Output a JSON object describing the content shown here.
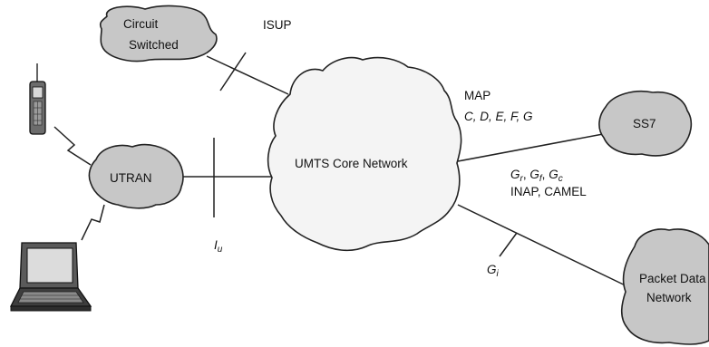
{
  "nodes": {
    "circuit_switched": {
      "line1": "Circuit",
      "line2": "Switched"
    },
    "core": {
      "label": "UMTS Core Network"
    },
    "utran": {
      "label": "UTRAN"
    },
    "ss7": {
      "label": "SS7"
    },
    "packet_data": {
      "line1": "Packet Data",
      "line2": "Network"
    }
  },
  "interfaces": {
    "isup": "ISUP",
    "map": {
      "title": "MAP",
      "list": "C, D, E, F, G"
    },
    "gr_gf_gc": {
      "g1": "G",
      "s1": "r",
      "g2": "G",
      "s2": "f",
      "g3": "G",
      "s3": "c",
      "sep": ", "
    },
    "inap_camel": "INAP, CAMEL",
    "iu": {
      "base": "I",
      "sub": "u"
    },
    "gi": {
      "base": "G",
      "sub": "i"
    }
  },
  "devices": {
    "phone_icon": "mobile-phone-icon",
    "laptop_icon": "laptop-icon"
  },
  "colors": {
    "cloud_fill": "#c7c7c7",
    "core_fill": "#f4f4f4",
    "line": "#222222"
  }
}
